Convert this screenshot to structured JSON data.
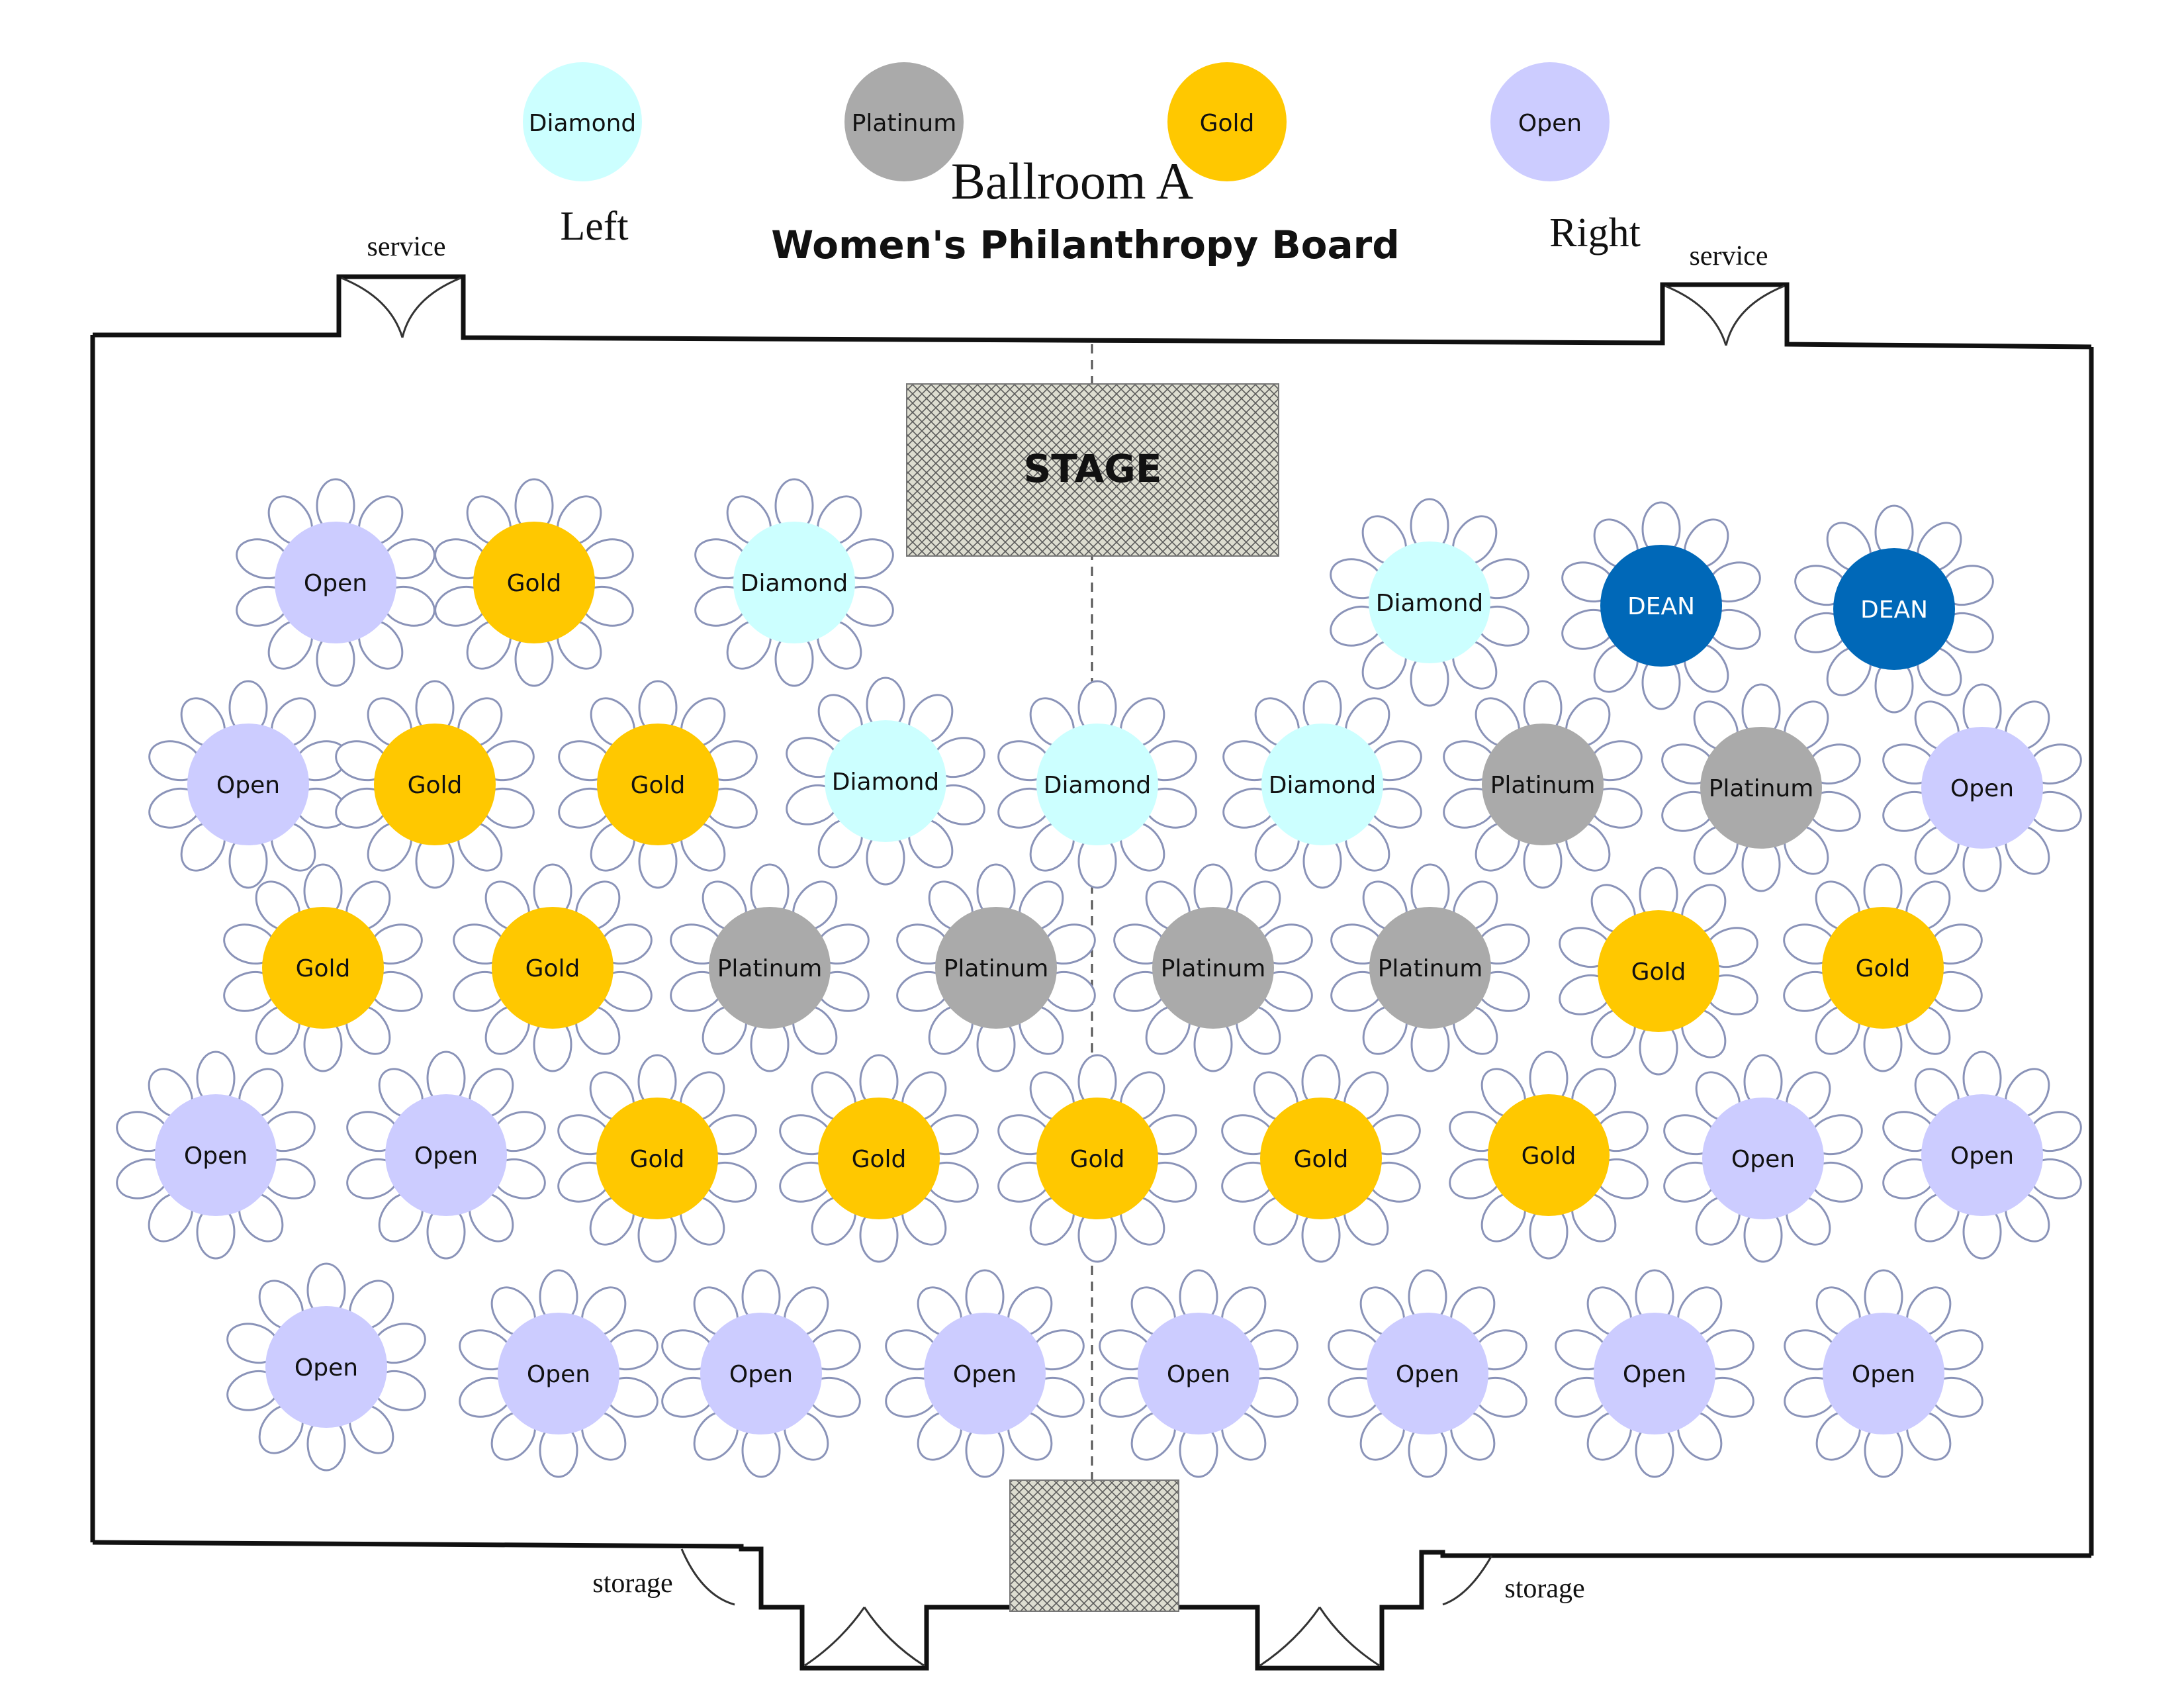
{
  "title": "Ballroom A",
  "subtitle": "Women's Philanthropy Board",
  "side_labels": {
    "left": "Left",
    "right": "Right"
  },
  "door_labels": {
    "service_left": "service",
    "service_right": "service",
    "storage_left": "storage",
    "storage_right": "storage"
  },
  "stage_label": "STAGE",
  "colors": {
    "Diamond": "#ccffff",
    "Platinum": "#aaaaaa",
    "Gold": "#ffc800",
    "Open": "#ccccff",
    "DEAN": "#0068b8",
    "chair_stroke": "#8a93b8",
    "wall": "#111111"
  },
  "legend": [
    {
      "label": "Diamond",
      "tier": "Diamond"
    },
    {
      "label": "Platinum",
      "tier": "Platinum"
    },
    {
      "label": "Gold",
      "tier": "Gold"
    },
    {
      "label": "Open",
      "tier": "Open"
    }
  ],
  "rows": [
    [
      "Open",
      "Gold",
      "Diamond",
      "Diamond",
      "DEAN",
      "DEAN"
    ],
    [
      "Open",
      "Gold",
      "Gold",
      "Diamond",
      "Diamond",
      "Diamond",
      "Platinum",
      "Platinum",
      "Open"
    ],
    [
      "Gold",
      "Gold",
      "Platinum",
      "Platinum",
      "Platinum",
      "Platinum",
      "Gold",
      "Gold"
    ],
    [
      "Open",
      "Open",
      "Gold",
      "Gold",
      "Gold",
      "Gold",
      "Gold",
      "Open",
      "Open"
    ],
    [
      "Open",
      "Open",
      "Open",
      "Open",
      "Open",
      "Open",
      "Open",
      "Open"
    ]
  ]
}
